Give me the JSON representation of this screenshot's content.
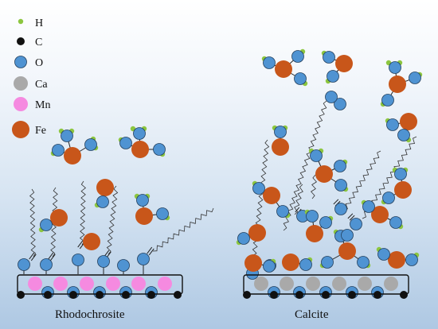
{
  "legend": [
    {
      "label": "H",
      "element": "hydrogen",
      "color": "#8cc63f"
    },
    {
      "label": "C",
      "element": "carbon",
      "color": "#111111"
    },
    {
      "label": "O",
      "element": "oxygen",
      "color": "#4f93d2"
    },
    {
      "label": "Ca",
      "element": "calcium",
      "color": "#a9a9a9"
    },
    {
      "label": "Mn",
      "element": "manganese",
      "color": "#f58ae0"
    },
    {
      "label": "Fe",
      "element": "iron",
      "color": "#c8561a"
    }
  ],
  "left_panel": {
    "label": "Rhodochrosite",
    "surface_cation": "Mn",
    "cation_color": "#f58ae0"
  },
  "right_panel": {
    "label": "Calcite",
    "surface_cation": "Ca",
    "cation_color": "#a9a9a9"
  }
}
